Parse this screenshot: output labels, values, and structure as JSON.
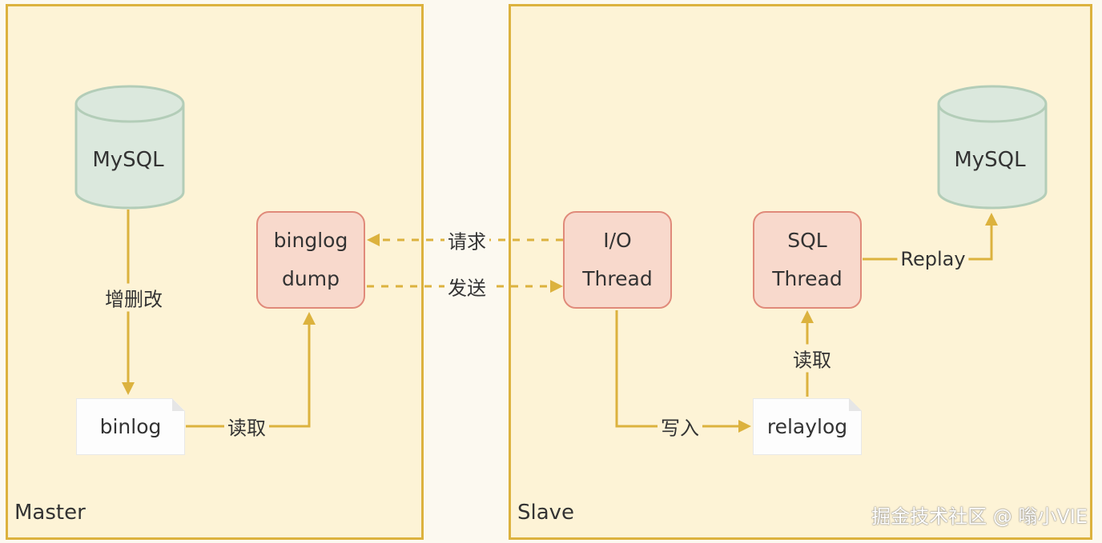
{
  "master": {
    "label": "Master",
    "db_label": "MySQL",
    "edge_write": "增删改",
    "file_label": "binlog",
    "edge_read": "读取",
    "dump_line1": "binglog",
    "dump_line2": "dump"
  },
  "links": {
    "request": "请求",
    "send": "发送"
  },
  "slave": {
    "label": "Slave",
    "io_line1": "I/O",
    "io_line2": "Thread",
    "edge_write": "写入",
    "file_label": "relaylog",
    "edge_read": "读取",
    "sql_line1": "SQL",
    "sql_line2": "Thread",
    "edge_replay": "Replay",
    "db_label": "MySQL"
  },
  "watermark": "掘金技术社区 @ 嗡小VIE",
  "colors": {
    "panel_border": "#dcb23e",
    "panel_fill": "#fdf3d6",
    "thread_fill": "#f8d9cc",
    "thread_border": "#e08a7a",
    "db_fill": "#dbe8dd",
    "db_border": "#b3cdb8",
    "arrow": "#dcb23e"
  }
}
